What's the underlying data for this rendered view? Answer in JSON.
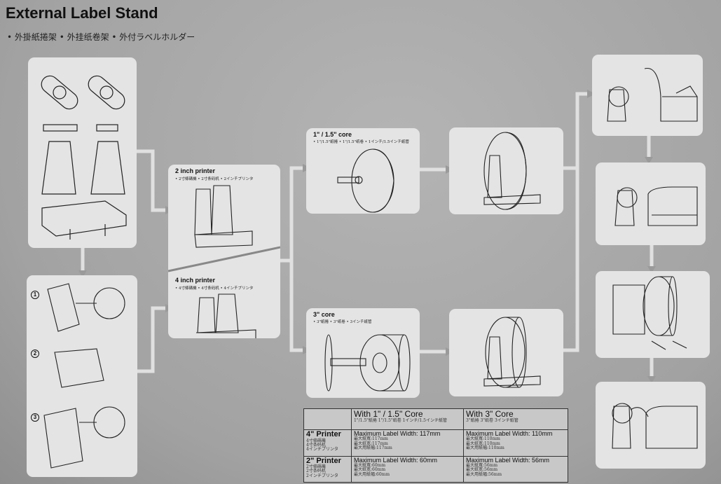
{
  "header": {
    "title": "External Label Stand",
    "subtitle": "• 外掛紙捲架 • 外挂纸卷架 • 外付ラベルホルダー"
  },
  "steps": [
    "1",
    "2",
    "3"
  ],
  "printer_panel": {
    "two_inch": {
      "title": "2 inch printer",
      "sub": "• 2寸條碼機 • 2寸条码机 • 2インチプリンタ"
    },
    "four_inch": {
      "title": "4 inch printer",
      "sub": "• 4寸條碼機 • 4寸条码机 • 4インチプリンタ"
    }
  },
  "core_small": {
    "title": "1\" / 1.5\" core",
    "sub": "• 1\"/1.5\"紙捲 • 1\"/1.5\"纸卷 • 1インチ/1.5インチ紙管"
  },
  "core_large": {
    "title": "3\" core",
    "sub": "• 3\"紙捲 • 3\"纸卷 • 3インチ紙管"
  },
  "table": {
    "headers": [
      {
        "label": "With 1\" / 1.5\" Core",
        "sub": "1\"/1.5\"紙捲  1\"/1.5\"纸卷  1インチ/1.5インチ紙管"
      },
      {
        "label": "With 3\" Core",
        "sub": "3\"紙捲  3\"纸卷  3インチ紙管"
      }
    ],
    "rows": [
      {
        "printer": "4\" Printer",
        "printer_sub": [
          "4寸條碼機",
          "4寸条码机",
          "4インチプリンタ"
        ],
        "cells": [
          {
            "main": "Maximum Label Width: 117mm",
            "sub": [
              "最大紙寬:117mm",
              "最大纸宽:117mm",
              "最大用紙幅:117mm"
            ]
          },
          {
            "main": "Maximum Label Width: 110mm",
            "sub": [
              "最大紙寬:110mm",
              "最大纸宽:110mm",
              "最大用紙幅:110mm"
            ]
          }
        ]
      },
      {
        "printer": "2\" Printer",
        "printer_sub": [
          "2寸條碼機",
          "2寸条码机",
          "2インチプリンタ"
        ],
        "cells": [
          {
            "main": "Maximum Label Width: 60mm",
            "sub": [
              "最大紙寬:60mm",
              "最大纸宽:60mm",
              "最大用紙幅:60mm"
            ]
          },
          {
            "main": "Maximum Label Width: 56mm",
            "sub": [
              "最大紙寬:56mm",
              "最大纸宽:56mm",
              "最大用紙幅:56mm"
            ]
          }
        ]
      }
    ]
  }
}
